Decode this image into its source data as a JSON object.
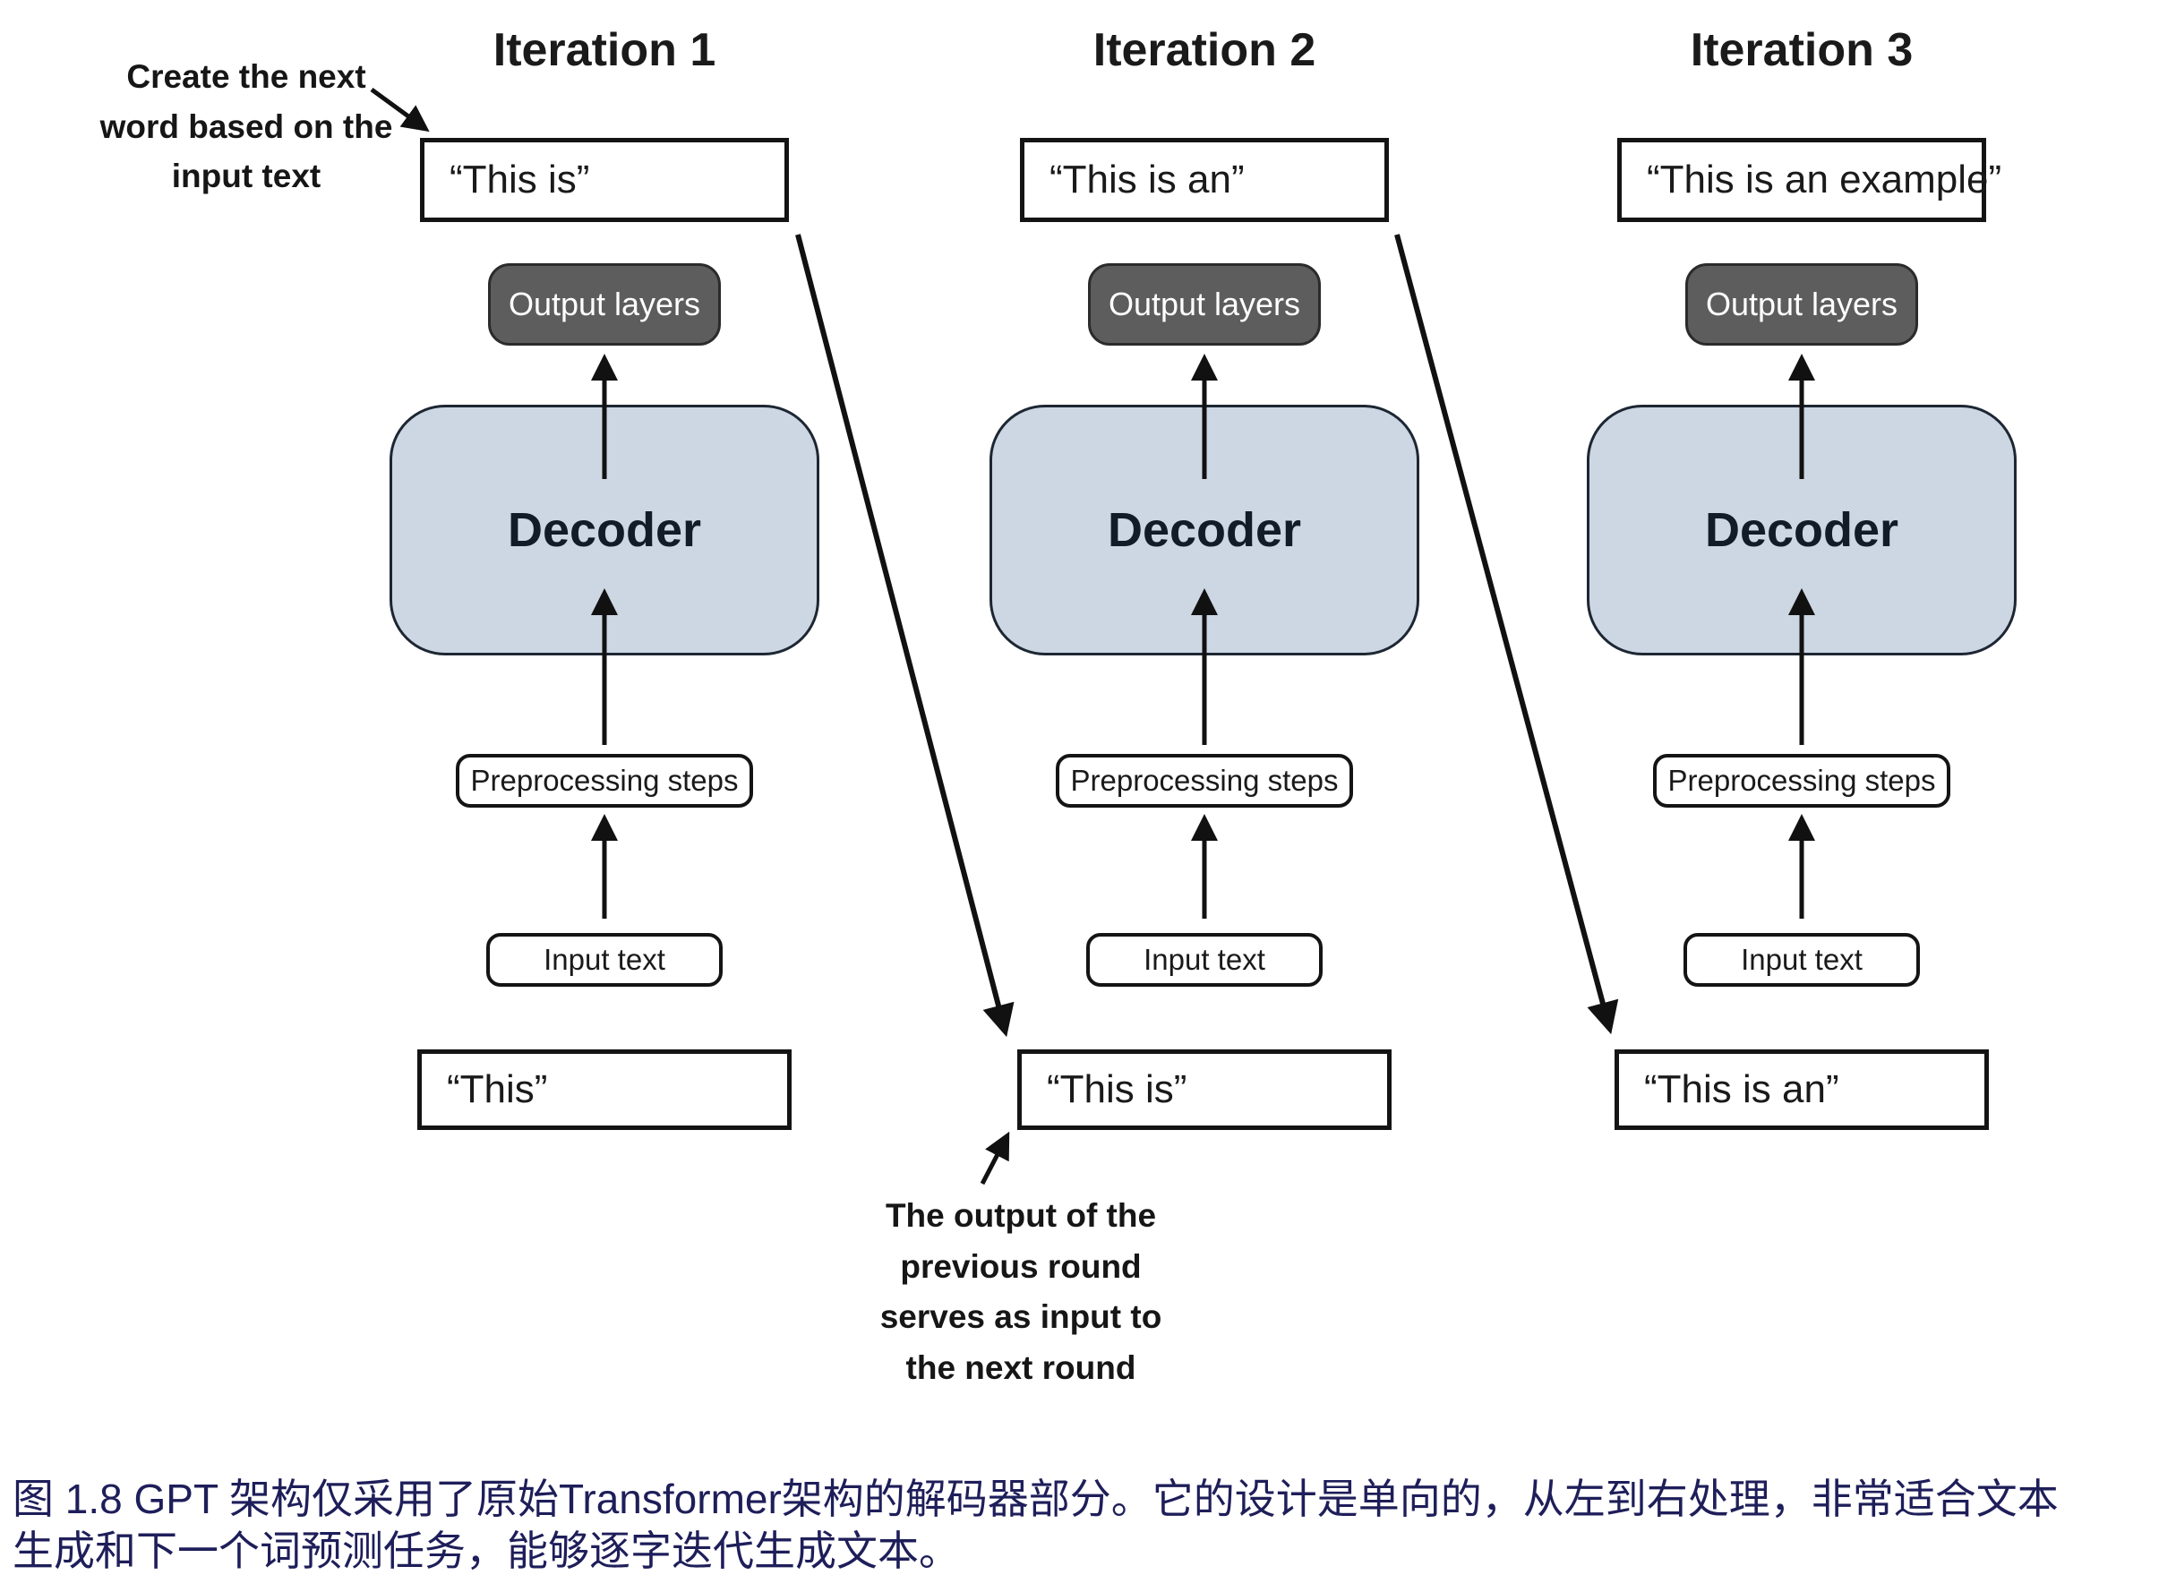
{
  "colors": {
    "decoder_fill": "#cdd7e3",
    "decoder_border": "#1d2733",
    "output_fill": "#5d5d5d",
    "output_text": "#ffffff",
    "line": "#111111",
    "caption": "#1e1e5a"
  },
  "annotations": {
    "create_note": {
      "lines": [
        "Create the next",
        "word based on the",
        "input text"
      ]
    },
    "output_note": {
      "lines": [
        "The output of the",
        "previous round",
        "serves as input to",
        "the next round"
      ]
    }
  },
  "iterations": [
    {
      "title": "Iteration 1",
      "generated_text": "“This is”",
      "output_layers": "Output layers",
      "decoder": "Decoder",
      "preprocessing": "Preprocessing steps",
      "input_label": "Input text",
      "input_text": "“This”"
    },
    {
      "title": "Iteration 2",
      "generated_text": "“This is an”",
      "output_layers": "Output layers",
      "decoder": "Decoder",
      "preprocessing": "Preprocessing steps",
      "input_label": "Input text",
      "input_text": "“This is”"
    },
    {
      "title": "Iteration 3",
      "generated_text": "“This is an example”",
      "output_layers": "Output layers",
      "decoder": "Decoder",
      "preprocessing": "Preprocessing steps",
      "input_label": "Input text",
      "input_text": "“This is an”"
    }
  ],
  "caption": {
    "line1": "图 1.8  GPT 架构仅采用了原始Transformer架构的解码器部分。它的设计是单向的，从左到右处理，非常适合文本",
    "line2": "生成和下一个词预测任务，能够逐字迭代生成文本。"
  }
}
